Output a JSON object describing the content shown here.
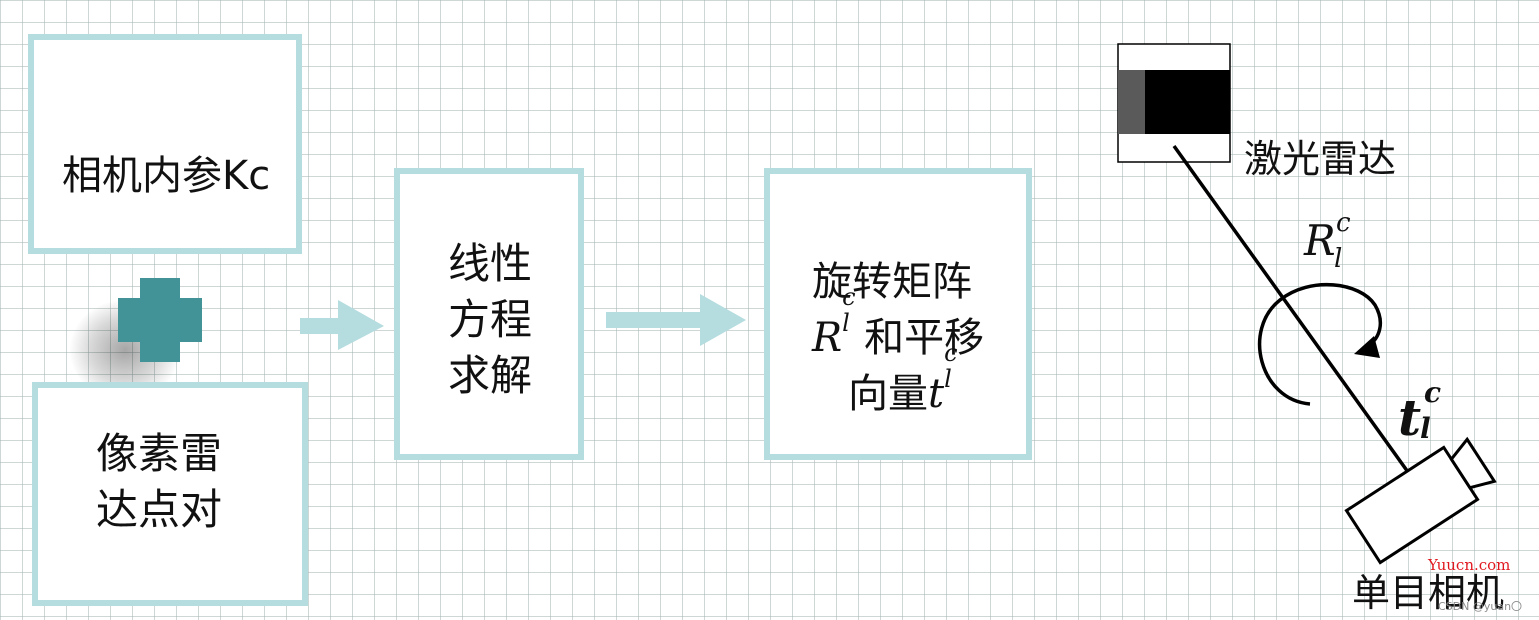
{
  "boxes": {
    "intrinsics": "相机内参Kc",
    "pixel_lidar_line1": "像素雷",
    "pixel_lidar_line2": "达点对",
    "linear_line1": "线性",
    "linear_line2": "方程",
    "linear_line3": "求解",
    "result_line1": "旋转矩阵",
    "result_R": "R",
    "result_R_sub": "l",
    "result_R_sup": "c",
    "result_line2_text": "和平移",
    "result_line3_text": "向量",
    "result_t": "t",
    "result_t_sub": "l",
    "result_t_sup": "c"
  },
  "scene": {
    "lidar_label": "激光雷达",
    "camera_label": "单目相机",
    "rotation_symbol": "R",
    "rotation_sub": "l",
    "rotation_sup": "c",
    "translation_symbol": "t",
    "translation_sub": "l",
    "translation_sup": "c"
  },
  "watermark": {
    "site": "Yuucn.com",
    "author": "CSDN @yuan〇"
  },
  "colors": {
    "box_border": "#b5dcdf",
    "arrow_fill": "#b5dcdf",
    "plus_fill": "#429398",
    "grid": "#a5b4b4",
    "watermark_red": "#e0191f"
  }
}
